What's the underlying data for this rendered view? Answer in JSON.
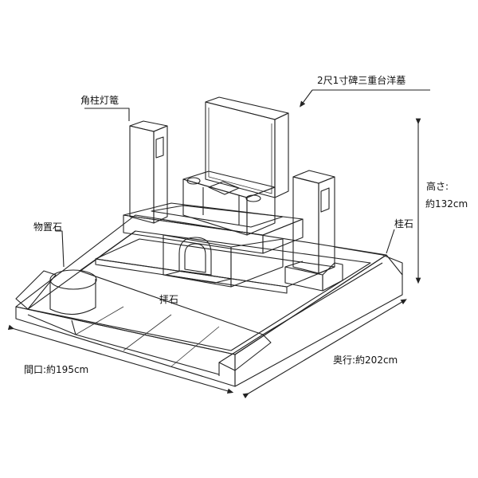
{
  "labels": {
    "title": "2尺1寸碑三重台洋墓",
    "lantern": "角柱灯篭",
    "storage_stone": "物置石",
    "pillar_stone": "桂石",
    "worship_stone": "拝石",
    "height_label": "高さ:",
    "height_value": "約132cm",
    "width": "間口:約195cm",
    "depth": "奥行:約202cm"
  },
  "colors": {
    "stroke": "#222222",
    "face_light": "#ffffff",
    "face_shade": "#eeeeee",
    "face_dark": "#cfcfcf",
    "stone_top": "#f2f2f2"
  }
}
